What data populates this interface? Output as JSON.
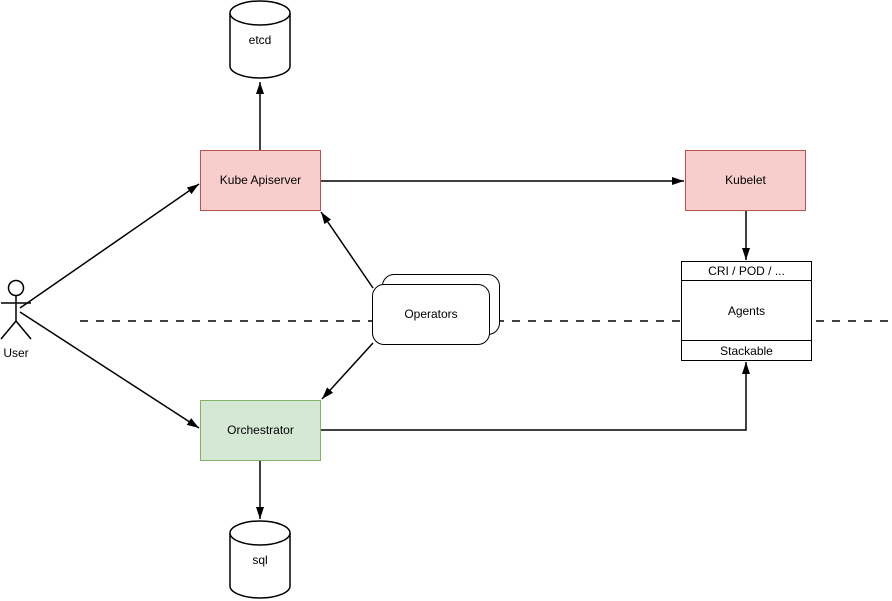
{
  "diagram": {
    "background": "#ffffff",
    "colors": {
      "red_fill": "#f8cecc",
      "red_stroke": "#b85450",
      "green_fill": "#d5e8d4",
      "green_stroke": "#82b366",
      "plain_fill": "#ffffff",
      "line": "#000000"
    },
    "nodes": {
      "etcd": {
        "label": "etcd",
        "shape": "cylinder"
      },
      "kube_apiserver": {
        "label": "Kube Apiserver",
        "shape": "rect",
        "fill": "#f8cecc",
        "stroke": "#b85450"
      },
      "kubelet": {
        "label": "Kubelet",
        "shape": "rect",
        "fill": "#f8cecc",
        "stroke": "#b85450"
      },
      "operators": {
        "label": "Operators",
        "shape": "stacked-rounded-rect"
      },
      "orchestrator": {
        "label": "Orchestrator",
        "shape": "rect",
        "fill": "#d5e8d4",
        "stroke": "#82b366"
      },
      "sql": {
        "label": "sql",
        "shape": "cylinder"
      },
      "user": {
        "label": "User",
        "shape": "actor"
      },
      "node_stack": {
        "shape": "stacked-sections",
        "rows": [
          "CRI / POD / ...",
          "Agents",
          "Stackable"
        ]
      }
    },
    "edges": [
      {
        "from": "user",
        "to": "kube_apiserver"
      },
      {
        "from": "user",
        "to": "orchestrator"
      },
      {
        "from": "kube_apiserver",
        "to": "etcd"
      },
      {
        "from": "kube_apiserver",
        "to": "kubelet"
      },
      {
        "from": "operators",
        "to": "kube_apiserver"
      },
      {
        "from": "operators",
        "to": "orchestrator"
      },
      {
        "from": "kubelet",
        "to": "node_stack"
      },
      {
        "from": "orchestrator",
        "to": "node_stack"
      },
      {
        "from": "orchestrator",
        "to": "sql"
      }
    ],
    "separator": {
      "style": "dashed",
      "orientation": "horizontal"
    }
  }
}
